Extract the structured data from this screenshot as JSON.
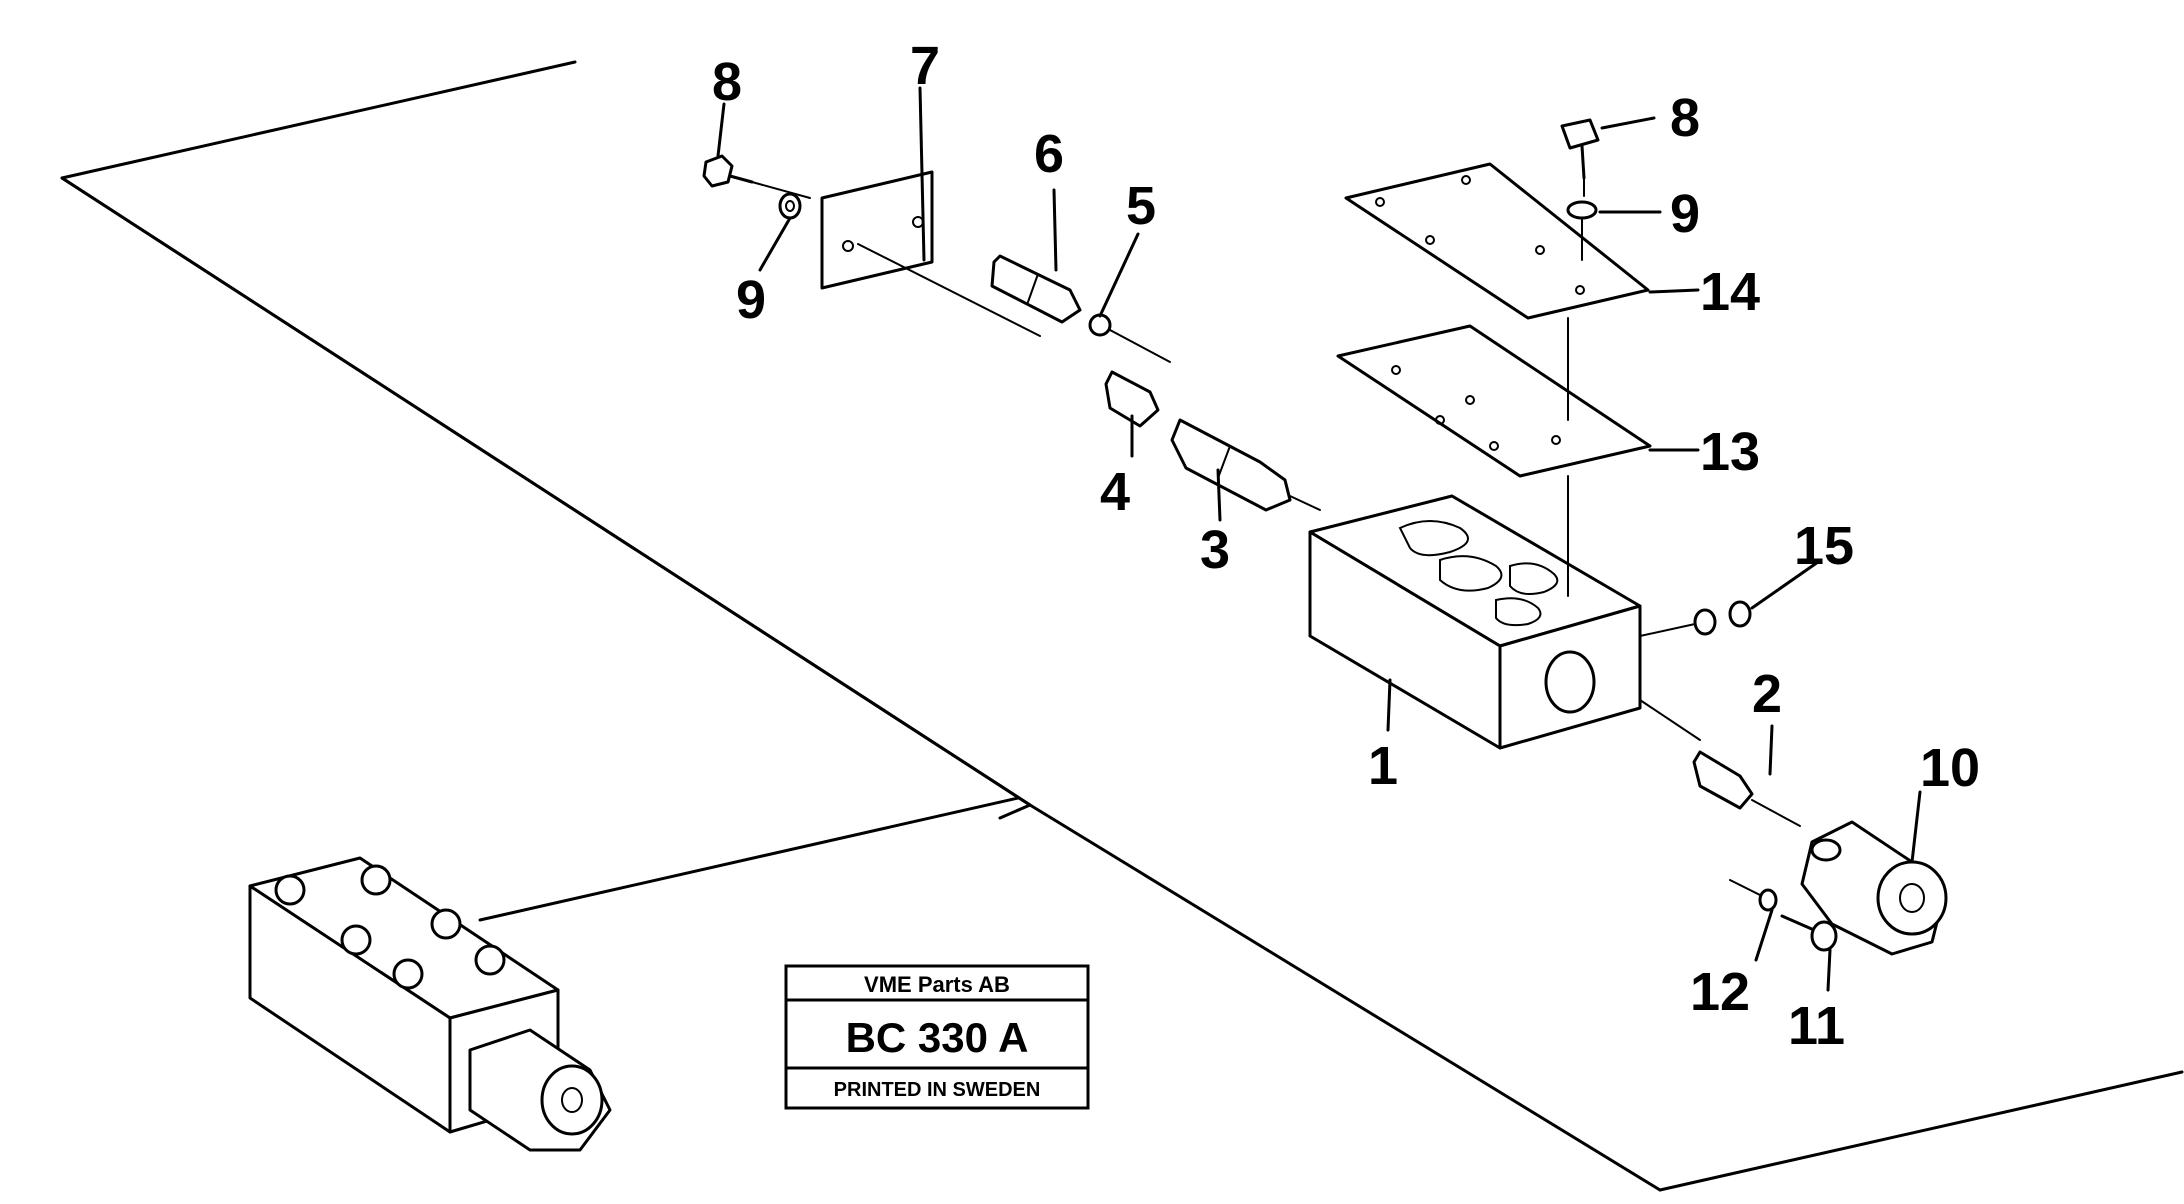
{
  "title_block": {
    "company": "VME Parts AB",
    "drawing_code": "BC 330 A",
    "printed": "PRINTED IN SWEDEN"
  },
  "callouts": {
    "p1": "1",
    "p2": "2",
    "p3": "3",
    "p4": "4",
    "p5": "5",
    "p6": "6",
    "p7": "7",
    "p8_left": "8",
    "p8_right": "8",
    "p9_left": "9",
    "p9_right": "9",
    "p10": "10",
    "p11": "11",
    "p12": "12",
    "p13": "13",
    "p14": "14",
    "p15": "15"
  }
}
